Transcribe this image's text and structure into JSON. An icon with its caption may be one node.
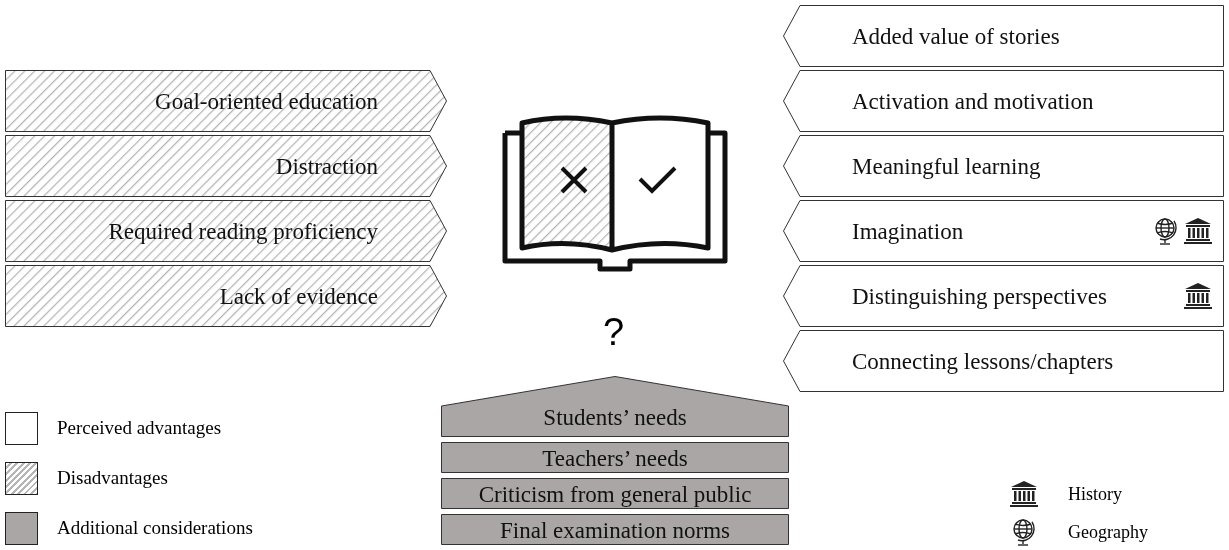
{
  "diagram": {
    "nodes": [
      {
        "text": [
          "Goal-oriented education"
        ]
      },
      {
        "text": [
          "Distraction"
        ]
      },
      {
        "text": [
          "Required reading proficiency"
        ]
      },
      {
        "text": [
          "Lack of evidence"
        ]
      },
      {
        "text": [
          "Added value of stories"
        ]
      },
      {
        "text": [
          "Activation and motivation"
        ]
      },
      {
        "text": [
          "Meaningful learning"
        ]
      },
      {
        "text": [
          "Imagination"
        ]
      },
      {
        "text": [
          "Distinguishing perspectives"
        ]
      },
      {
        "text": [
          "Connecting lessons/chapters"
        ]
      },
      {
        "text": [
          "Students’ needs"
        ]
      },
      {
        "text": [
          "Teachers’ needs"
        ]
      },
      {
        "text": [
          "Criticism from general public"
        ]
      },
      {
        "text": [
          "Final examination norms"
        ]
      }
    ],
    "edges": [],
    "labels": [
      "?"
    ],
    "legend": [
      {
        "text": "Perceived advantages",
        "color": "#ffffff"
      },
      {
        "text": "Disadvantages"
      },
      {
        "text": "Additional considerations",
        "color": "#aaa6a6"
      },
      {
        "text": "History"
      },
      {
        "text": "Geography"
      }
    ]
  }
}
